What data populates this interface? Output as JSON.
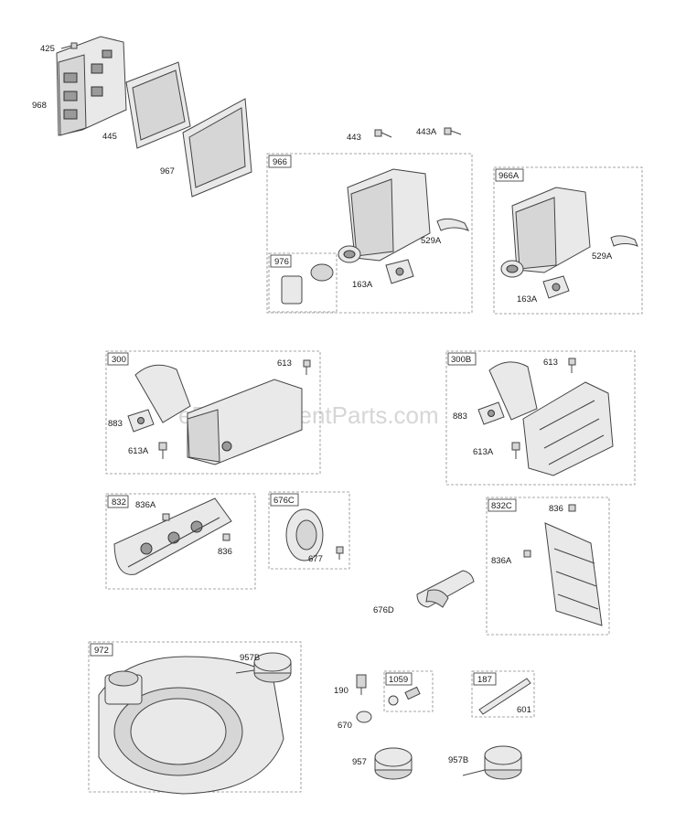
{
  "watermark": "eReplacementParts.com",
  "groups": {
    "g966": "966",
    "g976": "976",
    "g966A": "966A",
    "g300": "300",
    "g300B": "300B",
    "g832": "832",
    "g676C": "676C",
    "g832C": "832C",
    "g972": "972",
    "g1059": "1059",
    "g187": "187"
  },
  "labels": {
    "p425": "425",
    "p968": "968",
    "p445": "445",
    "p967": "967",
    "p443": "443",
    "p443A": "443A",
    "p529A_1": "529A",
    "p163A_1": "163A",
    "p529A_2": "529A",
    "p163A_2": "163A",
    "p613_1": "613",
    "p883_1": "883",
    "p613A_1": "613A",
    "p613_2": "613",
    "p883_2": "883",
    "p613A_2": "613A",
    "p836A_1": "836A",
    "p836_1": "836",
    "p677": "677",
    "p836_2": "836",
    "p836A_2": "836A",
    "p676D": "676D",
    "p957B_1": "957B",
    "p190": "190",
    "p670": "670",
    "p601": "601",
    "p957": "957",
    "p957B_2": "957B"
  }
}
